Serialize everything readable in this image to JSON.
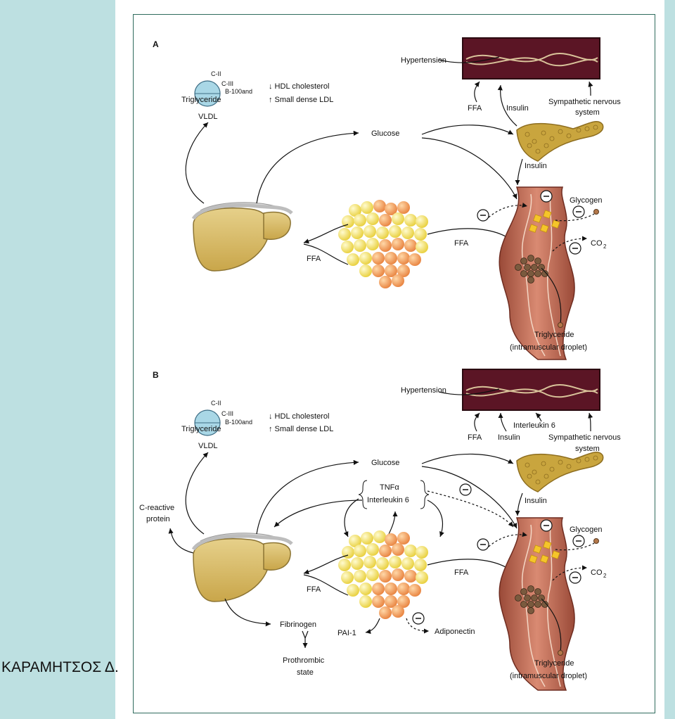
{
  "author": "ΚΑΡΑΜΗΤΣΟΣ Δ.",
  "panels": [
    {
      "label": "A",
      "hypertension": "Hypertension",
      "ffa_vessel": "FFA",
      "insulin_vessel": "Insulin",
      "sympathetic": [
        "Sympathetic nervous",
        "system"
      ],
      "apo": [
        "C-II",
        "C-III",
        "B-100and"
      ],
      "triglyceride": "Triglyceride",
      "vldl": "VLDL",
      "hdl": "↓ HDL cholesterol",
      "ldl": "↑ Small dense LDL",
      "glucose": "Glucose",
      "insulin_pancreas": "Insulin",
      "glycogen": "Glycogen",
      "co2": "CO",
      "co2_sub": "2",
      "ffa_left": "FFA",
      "ffa_right": "FFA",
      "tg_muscle": [
        "Triglyceride",
        "(intramuscular droplet)"
      ],
      "minus": "−"
    },
    {
      "label": "B",
      "hypertension": "Hypertension",
      "ffa_vessel": "FFA",
      "insulin_vessel": "Insulin",
      "interleukin_vessel": "Interleukin 6",
      "sympathetic": [
        "Sympathetic nervous",
        "system"
      ],
      "apo": [
        "C-II",
        "C-III",
        "B-100and"
      ],
      "triglyceride": "Triglyceride",
      "vldl": "VLDL",
      "hdl": "↓ HDL cholesterol",
      "ldl": "↑ Small dense LDL",
      "glucose": "Glucose",
      "cytokines": [
        "TNFα",
        "Interleukin 6"
      ],
      "crp": [
        "C-reactive",
        "protein"
      ],
      "insulin_pancreas": "Insulin",
      "glycogen": "Glycogen",
      "co2": "CO",
      "co2_sub": "2",
      "ffa_left": "FFA",
      "ffa_right": "FFA",
      "fibrinogen": "Fibrinogen",
      "prothrombic": [
        "Prothrombic",
        "state"
      ],
      "pai": "PAI-1",
      "adiponectin": "Adiponectin",
      "tg_muscle": [
        "Triglyceride",
        "(intramuscular droplet)"
      ],
      "minus": "−"
    }
  ]
}
